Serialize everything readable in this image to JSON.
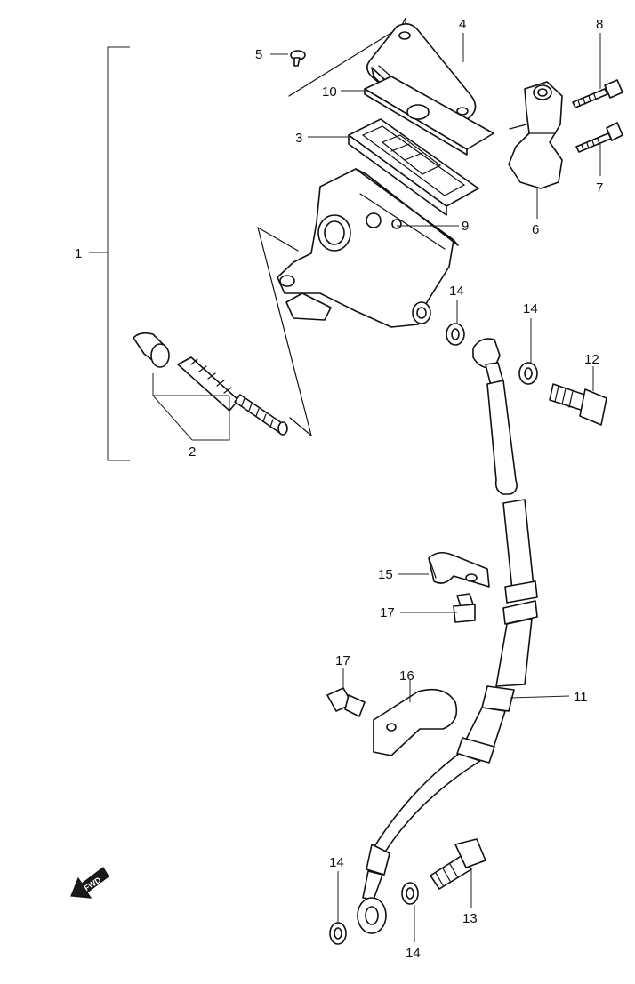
{
  "callouts": [
    {
      "id": "1",
      "label": "1"
    },
    {
      "id": "2",
      "label": "2"
    },
    {
      "id": "3",
      "label": "3"
    },
    {
      "id": "4",
      "label": "4"
    },
    {
      "id": "5",
      "label": "5"
    },
    {
      "id": "6",
      "label": "6"
    },
    {
      "id": "7",
      "label": "7"
    },
    {
      "id": "8",
      "label": "8"
    },
    {
      "id": "9",
      "label": "9"
    },
    {
      "id": "10",
      "label": "10"
    },
    {
      "id": "11",
      "label": "11"
    },
    {
      "id": "12",
      "label": "12"
    },
    {
      "id": "13",
      "label": "13"
    },
    {
      "id": "14a",
      "label": "14"
    },
    {
      "id": "14b",
      "label": "14"
    },
    {
      "id": "14c",
      "label": "14"
    },
    {
      "id": "14d",
      "label": "14"
    },
    {
      "id": "15",
      "label": "15"
    },
    {
      "id": "16",
      "label": "16"
    },
    {
      "id": "17a",
      "label": "17"
    },
    {
      "id": "17b",
      "label": "17"
    }
  ],
  "direction_arrow": {
    "label": "FWD",
    "icon": "fwd-arrow-icon"
  }
}
